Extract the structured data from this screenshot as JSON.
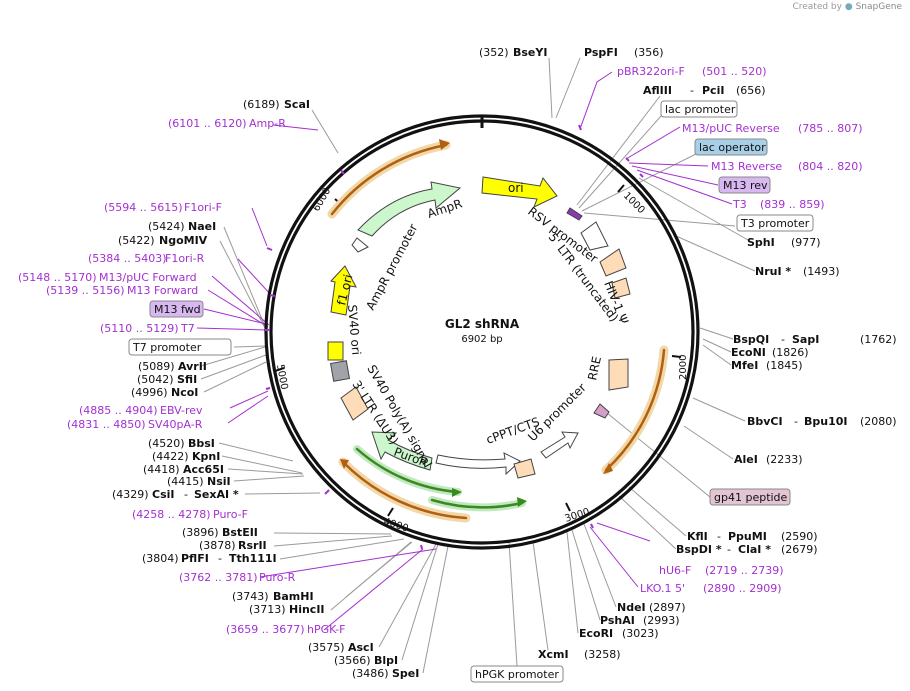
{
  "credit": {
    "prefix": "Created by",
    "brand": "SnapGene"
  },
  "title": "GL2 shRNA",
  "subtitle": "6902 bp",
  "ticks": [
    "1000",
    "2000",
    "3000",
    "4000",
    "5000",
    "6000"
  ],
  "features": [
    {
      "label": "ori"
    },
    {
      "label": "AmpR"
    },
    {
      "label": "AmpR promoter"
    },
    {
      "label": "f1 ori"
    },
    {
      "label": "SV40 ori"
    },
    {
      "label": "SV40 Poly(A) signal"
    },
    {
      "label": "3' LTR (ΔU3)"
    },
    {
      "label": "PuroR"
    },
    {
      "label": "hPGK promoter"
    },
    {
      "label": "cPPT/CTS"
    },
    {
      "label": "U6 promoter"
    },
    {
      "label": "RRE"
    },
    {
      "label": "HIV-1 Ψ"
    },
    {
      "label": "RSV promoter"
    },
    {
      "label": "5' LTR (truncated)"
    }
  ],
  "labels": [
    {
      "id": "bseyi",
      "pos": "(352)",
      "name": "BseYI"
    },
    {
      "id": "pspfi",
      "name": "PspFI",
      "pos": "(356)"
    },
    {
      "id": "pbr",
      "name": "pBR322ori-F",
      "pos": "(501 .. 520)"
    },
    {
      "id": "afliii",
      "name": "AflIII",
      "name2": "PciI",
      "pos": "(656)"
    },
    {
      "id": "lacprom",
      "name": "lac promoter"
    },
    {
      "id": "m13puc",
      "name": "M13/pUC Reverse",
      "pos": "(785 .. 807)"
    },
    {
      "id": "lacop",
      "name": "lac operator"
    },
    {
      "id": "m13rev",
      "name": "M13 Reverse",
      "pos": "(804 .. 820)"
    },
    {
      "id": "m13revbox",
      "name": "M13 rev"
    },
    {
      "id": "t3",
      "name": "T3",
      "pos": "(839 .. 859)"
    },
    {
      "id": "t3prom",
      "name": "T3 promoter"
    },
    {
      "id": "sphi",
      "name": "SphI",
      "pos": "(977)"
    },
    {
      "id": "nrui",
      "name": "NruI *",
      "pos": "(1493)"
    },
    {
      "id": "bspqi",
      "name": "BspQI",
      "name2": "SapI",
      "pos": "(1762)"
    },
    {
      "id": "econi",
      "name": "EcoNI",
      "pos": "(1826)"
    },
    {
      "id": "mfei",
      "name": "MfeI",
      "pos": "(1845)"
    },
    {
      "id": "bbvci",
      "name": "BbvCI",
      "name2": "Bpu10I",
      "pos": "(2080)"
    },
    {
      "id": "alei",
      "name": "AleI",
      "pos": "(2233)"
    },
    {
      "id": "gp41",
      "name": "gp41 peptide"
    },
    {
      "id": "kfli",
      "name": "KflI",
      "name2": "PpuMI",
      "pos": "(2590)"
    },
    {
      "id": "bspdi",
      "name": "BspDI *",
      "name2": "ClaI *",
      "pos": "(2679)"
    },
    {
      "id": "hu6f",
      "name": "hU6-F",
      "pos": "(2719 .. 2739)"
    },
    {
      "id": "lko",
      "name": "LKO.1 5'",
      "pos": "(2890 .. 2909)"
    },
    {
      "id": "ndei",
      "name": "NdeI",
      "pos": "(2897)"
    },
    {
      "id": "pshai",
      "name": "PshAI",
      "pos": "(2993)"
    },
    {
      "id": "ecori",
      "name": "EcoRI",
      "pos": "(3023)"
    },
    {
      "id": "xcmi",
      "name": "XcmI",
      "pos": "(3258)"
    },
    {
      "id": "hpgkprom",
      "name": "hPGK promoter"
    },
    {
      "id": "spei",
      "pos": "(3486)",
      "name": "SpeI"
    },
    {
      "id": "blpi",
      "pos": "(3566)",
      "name": "BlpI"
    },
    {
      "id": "asci",
      "pos": "(3575)",
      "name": "AscI"
    },
    {
      "id": "hpgkf",
      "pos": "(3659 .. 3677)",
      "name": "hPGK-F"
    },
    {
      "id": "hincii",
      "pos": "(3713)",
      "name": "HincII"
    },
    {
      "id": "bamhi",
      "pos": "(3743)",
      "name": "BamHI"
    },
    {
      "id": "puror",
      "pos": "(3762 .. 3781)",
      "name": "Puro-R"
    },
    {
      "id": "pflfi",
      "pos": "(3804)",
      "name": "PflFI",
      "name2": "Tth111I"
    },
    {
      "id": "rsrii",
      "pos": "(3878)",
      "name": "RsrII"
    },
    {
      "id": "bsteii",
      "pos": "(3896)",
      "name": "BstEII"
    },
    {
      "id": "purof",
      "pos": "(4258 .. 4278)",
      "name": "Puro-F"
    },
    {
      "id": "csii",
      "pos": "(4329)",
      "name": "CsiI",
      "name2": "SexAI *"
    },
    {
      "id": "nsii",
      "pos": "(4415)",
      "name": "NsiI"
    },
    {
      "id": "acc65i",
      "pos": "(4418)",
      "name": "Acc65I"
    },
    {
      "id": "kpni",
      "pos": "(4422)",
      "name": "KpnI"
    },
    {
      "id": "bbsi",
      "pos": "(4520)",
      "name": "BbsI"
    },
    {
      "id": "sv40par",
      "pos": "(4831 .. 4850)",
      "name": "SV40pA-R"
    },
    {
      "id": "ebvrev",
      "pos": "(4885 .. 4904)",
      "name": "EBV-rev"
    },
    {
      "id": "ncoi",
      "pos": "(4996)",
      "name": "NcoI"
    },
    {
      "id": "sfii",
      "pos": "(5042)",
      "name": "SfiI"
    },
    {
      "id": "avrii",
      "pos": "(5089)",
      "name": "AvrII"
    },
    {
      "id": "t7prom",
      "name": "T7 promoter"
    },
    {
      "id": "t7",
      "pos": "(5110 .. 5129)",
      "name": "T7"
    },
    {
      "id": "m13fwdbox",
      "name": "M13 fwd"
    },
    {
      "id": "m13fwd",
      "pos": "(5139 .. 5156)",
      "name": "M13 Forward"
    },
    {
      "id": "m13pucfwd",
      "pos": "(5148 .. 5170)",
      "name": "M13/pUC Forward"
    },
    {
      "id": "f1orir",
      "pos": "(5384 .. 5403)",
      "name": "F1ori-R"
    },
    {
      "id": "ngomiv",
      "pos": "(5422)",
      "name": "NgoMIV"
    },
    {
      "id": "naei",
      "pos": "(5424)",
      "name": "NaeI"
    },
    {
      "id": "f1orif",
      "pos": "(5594 .. 5615)",
      "name": "F1ori-F"
    },
    {
      "id": "ampr",
      "pos": "(6101 .. 6120)",
      "name": "Amp-R"
    },
    {
      "id": "scai",
      "pos": "(6189)",
      "name": "ScaI"
    }
  ]
}
